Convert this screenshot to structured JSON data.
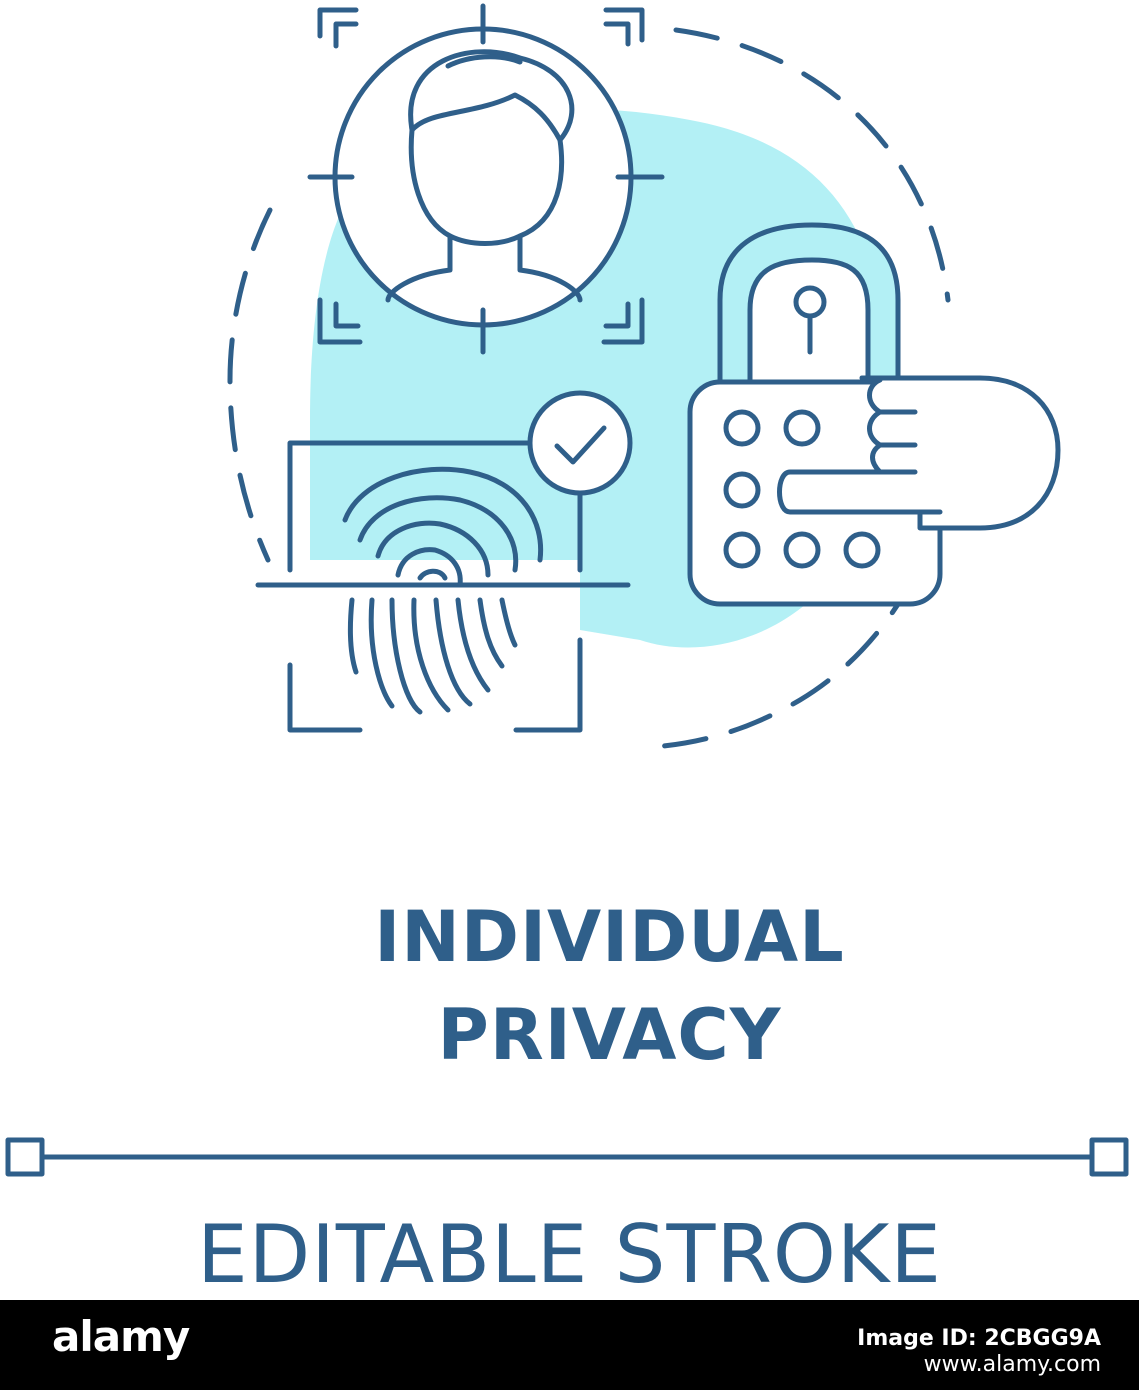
{
  "icon": {
    "title_line1": "INDIVIDUAL",
    "title_line2": "PRIVACY",
    "caption": "EDITABLE STROKE",
    "stroke_color": "#2f5f8a",
    "fill_color": "#b3f0f5"
  },
  "footer": {
    "brand": "alamy",
    "image_id": "Image ID: 2CBGG9A",
    "url": "www.alamy.com"
  }
}
